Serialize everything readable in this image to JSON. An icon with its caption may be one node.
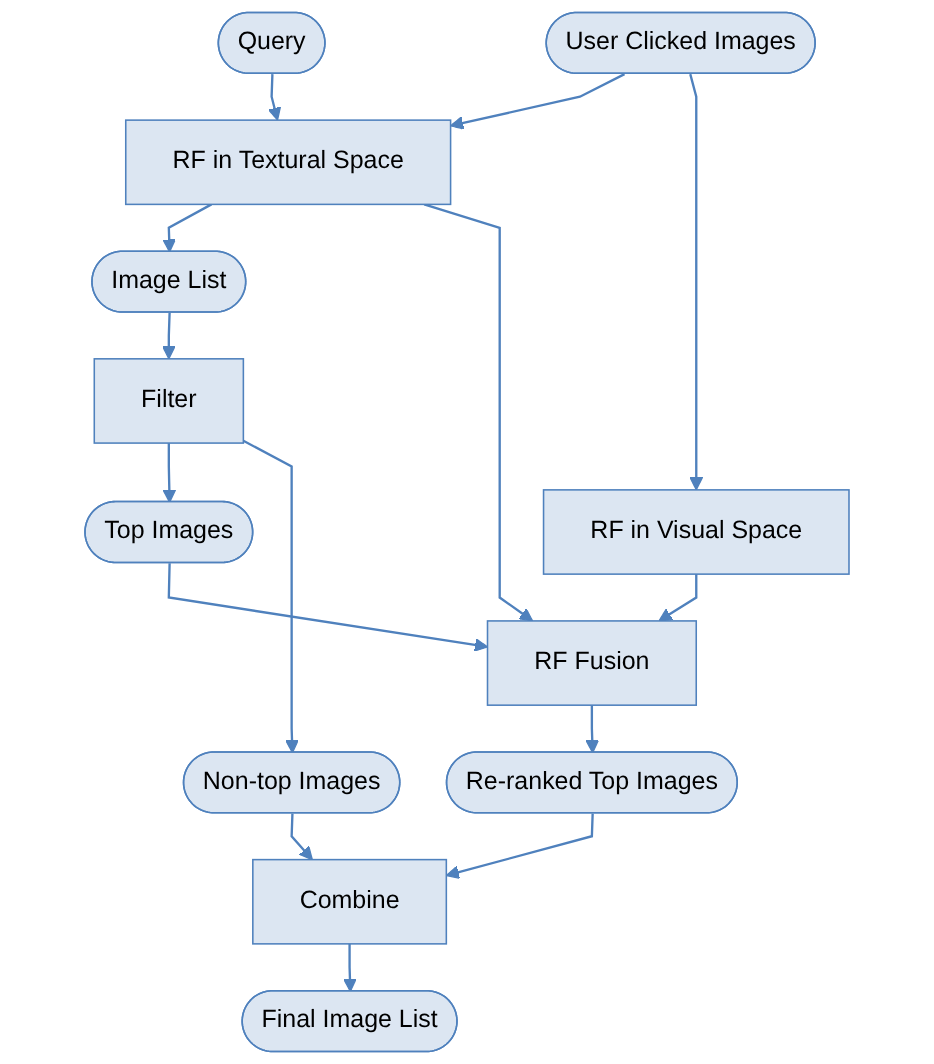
{
  "diagram": {
    "nodes": [
      {
        "text": [
          "Query"
        ]
      },
      {
        "text": [
          "User Clicked Images"
        ]
      },
      {
        "text": [
          "RF in Textural Space"
        ]
      },
      {
        "text": [
          "RF in Visual Space"
        ]
      },
      {
        "text": [
          "Image List"
        ]
      },
      {
        "text": [
          "RF Fusion"
        ]
      },
      {
        "text": [
          "Filter"
        ]
      },
      {
        "text": [
          "Top Images"
        ]
      },
      {
        "text": [
          "Non-top Images"
        ]
      },
      {
        "text": [
          "Re-ranked Top Images"
        ]
      },
      {
        "text": [
          "Combine"
        ]
      },
      {
        "text": [
          "Final Image List"
        ]
      }
    ],
    "edges": [
      {
        "from": 0,
        "to": 2,
        "arrow": "to"
      },
      {
        "from": 1,
        "to": 2,
        "arrow": "to"
      },
      {
        "from": 1,
        "to": 3,
        "arrow": "to"
      },
      {
        "from": 2,
        "to": 4,
        "arrow": "to"
      },
      {
        "from": 2,
        "to": 5,
        "arrow": "to"
      },
      {
        "from": 3,
        "to": 5,
        "arrow": "to"
      },
      {
        "from": 4,
        "to": 6,
        "arrow": "to"
      },
      {
        "from": 6,
        "to": 7,
        "arrow": "to"
      },
      {
        "from": 7,
        "to": 5,
        "arrow": "to"
      },
      {
        "from": 5,
        "to": 9,
        "arrow": "to"
      },
      {
        "from": 6,
        "to": 8,
        "arrow": "to"
      },
      {
        "from": 8,
        "to": 10,
        "arrow": "to"
      },
      {
        "from": 9,
        "to": 10,
        "arrow": "to"
      },
      {
        "from": 10,
        "to": 11,
        "arrow": "to"
      }
    ]
  }
}
